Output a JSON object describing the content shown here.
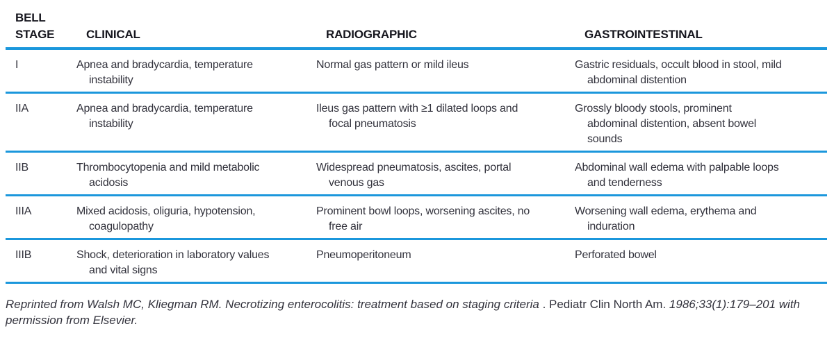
{
  "table": {
    "header": {
      "stage": "BELL\nSTAGE",
      "clinical": "CLINICAL",
      "radiographic": "RADIOGRAPHIC",
      "gastrointestinal": "GASTROINTESTINAL"
    },
    "rows": [
      {
        "stage": "I",
        "clinical": "Apnea and bradycardia, temperature\ninstability",
        "radiographic": "Normal gas pattern or mild ileus",
        "gastrointestinal": "Gastric residuals, occult blood in stool, mild\nabdominal distention"
      },
      {
        "stage": "IIA",
        "clinical": "Apnea and bradycardia, temperature\ninstability",
        "radiographic": "Ileus gas pattern with ≥1 dilated loops and\nfocal pneumatosis",
        "gastrointestinal": "Grossly bloody stools, prominent\nabdominal distention, absent bowel\nsounds"
      },
      {
        "stage": "IIB",
        "clinical": "Thrombocytopenia and mild metabolic\nacidosis",
        "radiographic": "Widespread pneumatosis, ascites, portal\nvenous gas",
        "gastrointestinal": "Abdominal wall edema with palpable loops\nand tenderness"
      },
      {
        "stage": "IIIA",
        "clinical": "Mixed acidosis, oliguria, hypotension,\ncoagulopathy",
        "radiographic": "Prominent bowl loops, worsening ascites, no\nfree air",
        "gastrointestinal": "Worsening wall edema, erythema and\ninduration"
      },
      {
        "stage": "IIIB",
        "clinical": "Shock, deterioration in laboratory values\nand vital signs",
        "radiographic": "Pneumoperitoneum",
        "gastrointestinal": "Perforated bowel"
      }
    ]
  },
  "footnote": {
    "italic_1": "Reprinted from Walsh MC, Kliegman RM. Necrotizing enterocolitis: treatment based on staging criteria",
    "roman": " . Pediatr Clin North Am. ",
    "italic_2": "1986;33(1):179–201 with\npermission from Elsevier."
  },
  "colors": {
    "rule_blue": "#1b97dc",
    "header_text": "#16161e",
    "body_text": "#32323c"
  }
}
